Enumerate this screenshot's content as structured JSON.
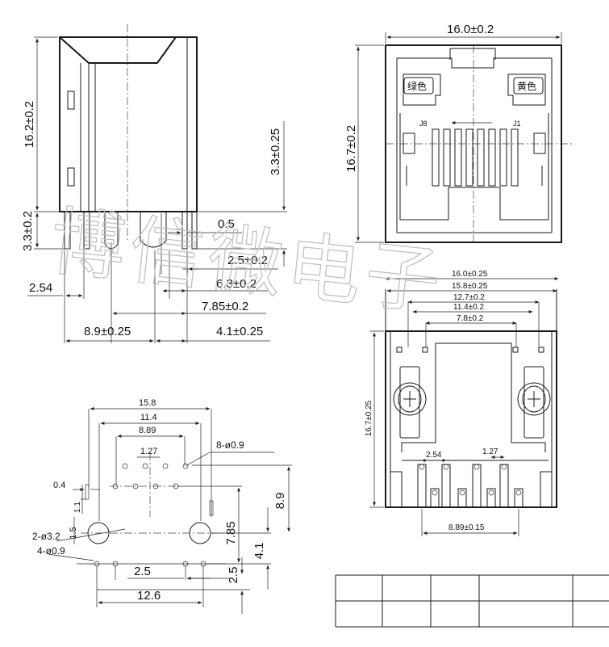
{
  "watermark": "博信微电子",
  "side_view": {
    "height": "16.2±0.2",
    "pin_height": "3.3±0.2",
    "tab_height": "3.3±0.25",
    "pin_width": "0.5",
    "d1": "2.5±0.2",
    "d2": "6.3±0.2",
    "d3": "7.85±0.2",
    "d4": "8.9±0.25",
    "d5": "4.1±0.25",
    "pitch": "2.54"
  },
  "front_view": {
    "width": "16.0±0.2",
    "height": "16.7±0.2",
    "led_left": "绿色",
    "led_right": "黄色",
    "pin_left": "J8",
    "pin_right": "J1"
  },
  "rear_view": {
    "w1": "16.0±0.25",
    "w2": "15.8±0.25",
    "w3": "12.7±0.2",
    "w4": "11.4±0.2",
    "w5": "7.8±0.2",
    "height": "16.7±0.25",
    "pitch1": "2.54",
    "pitch2": "1.27",
    "span": "8.89±0.15"
  },
  "pcb_layout": {
    "w1": "15.8",
    "w2": "11.4",
    "w3": "8.89",
    "w4": "1.27",
    "holes_8": "8-ø0.9",
    "slot": "0.4",
    "slot_len": "1.1",
    "gap": "1.5",
    "holes_2": "2-ø3.2",
    "holes_4": "4-ø0.9",
    "d1": "8.9",
    "d2": "7.85",
    "d3": "4.1",
    "d4": "2.5",
    "d5": "2.5",
    "d6": "12.6"
  }
}
